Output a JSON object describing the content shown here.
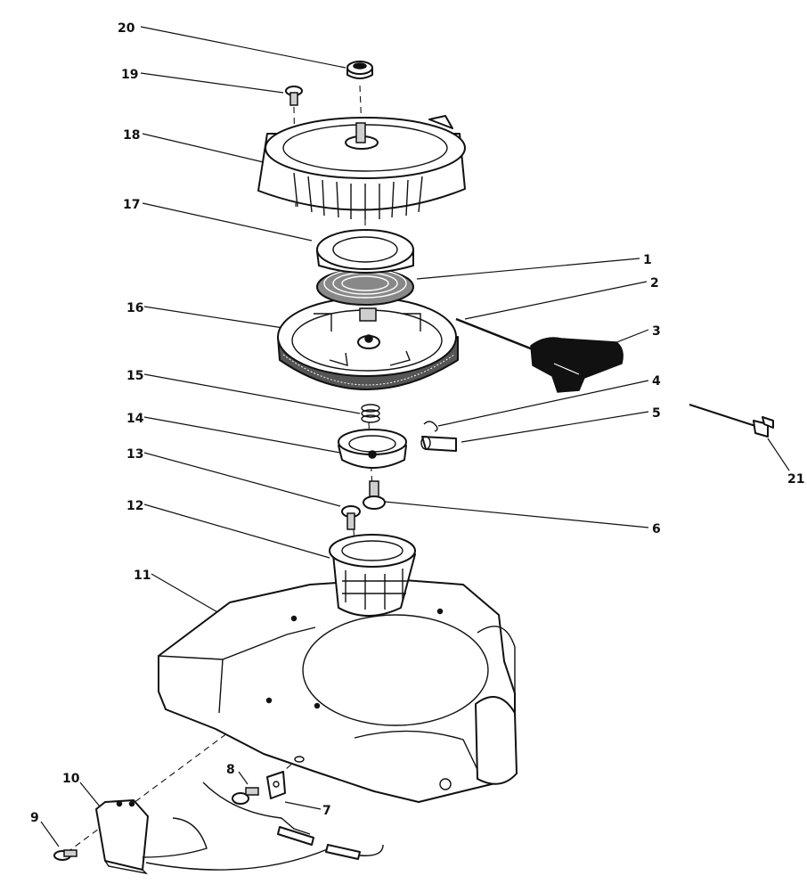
{
  "labels": {
    "p1": "1",
    "p2": "2",
    "p3": "3",
    "p4": "4",
    "p5": "5",
    "p6": "6",
    "p7": "7",
    "p8": "8",
    "p9": "9",
    "p10": "10",
    "p11": "11",
    "p12": "12",
    "p13": "13",
    "p14": "14",
    "p15": "15",
    "p16": "16",
    "p17": "17",
    "p18": "18",
    "p19": "19",
    "p20": "20",
    "p21": "21"
  },
  "colors": {
    "ink": "#111111",
    "paper": "#ffffff",
    "shade": "#cfcfcf"
  }
}
